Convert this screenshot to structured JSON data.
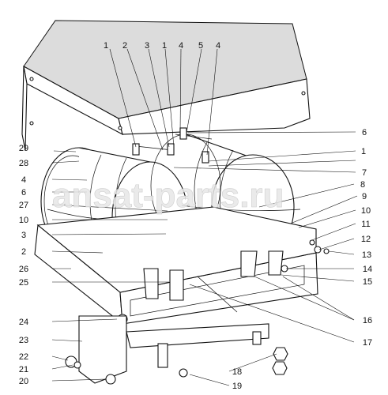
{
  "watermark": "ansat-parts.ru",
  "left_labels": [
    "29",
    "28",
    "4",
    "6",
    "27",
    "10",
    "3",
    "2",
    "26",
    "25",
    "24",
    "23",
    "22",
    "21",
    "20"
  ],
  "top_labels": [
    "1",
    "2",
    "3",
    "1",
    "4",
    "5",
    "4"
  ],
  "right_labels": [
    "6",
    "1",
    "7",
    "8",
    "9",
    "10",
    "11",
    "12",
    "13",
    "14",
    "15",
    "16",
    "17",
    "18",
    "19"
  ]
}
